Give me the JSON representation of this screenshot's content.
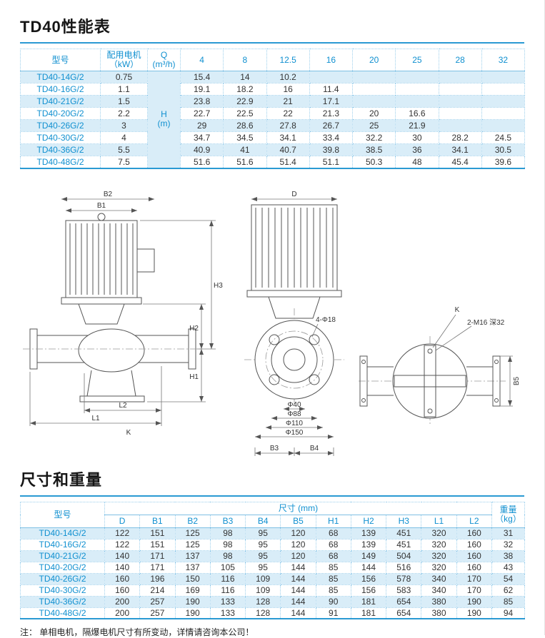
{
  "section1": {
    "title": "TD40性能表"
  },
  "perf_table": {
    "headers": {
      "model": "型号",
      "motor_line1": "配用电机",
      "motor_line2": "（kW）",
      "q_line1": "Q",
      "q_line2": "(m³/h)"
    },
    "h_cell": {
      "line1": "H",
      "line2": "(m)"
    },
    "flow_cols": [
      "4",
      "8",
      "12.5",
      "16",
      "20",
      "25",
      "28",
      "32"
    ],
    "rows": [
      {
        "model": "TD40-14G/2",
        "kw": "0.75",
        "values": [
          "15.4",
          "14",
          "10.2",
          "",
          "",
          "",
          "",
          ""
        ]
      },
      {
        "model": "TD40-16G/2",
        "kw": "1.1",
        "values": [
          "19.1",
          "18.2",
          "16",
          "11.4",
          "",
          "",
          "",
          ""
        ]
      },
      {
        "model": "TD40-21G/2",
        "kw": "1.5",
        "values": [
          "23.8",
          "22.9",
          "21",
          "17.1",
          "",
          "",
          "",
          ""
        ]
      },
      {
        "model": "TD40-20G/2",
        "kw": "2.2",
        "values": [
          "22.7",
          "22.5",
          "22",
          "21.3",
          "20",
          "16.6",
          "",
          ""
        ]
      },
      {
        "model": "TD40-26G/2",
        "kw": "3",
        "values": [
          "29",
          "28.6",
          "27.8",
          "26.7",
          "25",
          "21.9",
          "",
          ""
        ]
      },
      {
        "model": "TD40-30G/2",
        "kw": "4",
        "values": [
          "34.7",
          "34.5",
          "34.1",
          "33.4",
          "32.2",
          "30",
          "28.2",
          "24.5"
        ]
      },
      {
        "model": "TD40-36G/2",
        "kw": "5.5",
        "values": [
          "40.9",
          "41",
          "40.7",
          "39.8",
          "38.5",
          "36",
          "34.1",
          "30.5"
        ]
      },
      {
        "model": "TD40-48G/2",
        "kw": "7.5",
        "values": [
          "51.6",
          "51.6",
          "51.4",
          "51.1",
          "50.3",
          "48",
          "45.4",
          "39.6"
        ]
      }
    ]
  },
  "drawings": {
    "left": {
      "b2": "B2",
      "b1": "B1",
      "h3": "H3",
      "h2": "H2",
      "h1": "H1",
      "l2": "L2",
      "l1": "L1",
      "k": "K"
    },
    "middle": {
      "d": "D",
      "bolt_note": "4-Φ18",
      "d40": "Φ40",
      "d88": "Φ88",
      "d110": "Φ110",
      "d150": "Φ150",
      "b3": "B3",
      "b4": "B4"
    },
    "right": {
      "k": "K",
      "thread_note": "2-M16 深32",
      "b5": "B5"
    }
  },
  "section2": {
    "title": "尺寸和重量"
  },
  "dim_table": {
    "headers": {
      "model": "型号",
      "size_group": "尺寸 (mm)",
      "weight_line1": "重量",
      "weight_line2": "（kg）"
    },
    "dim_cols": [
      "D",
      "B1",
      "B2",
      "B3",
      "B4",
      "B5",
      "H1",
      "H2",
      "H3",
      "L1",
      "L2"
    ],
    "rows": [
      {
        "model": "TD40-14G/2",
        "values": [
          "122",
          "151",
          "125",
          "98",
          "95",
          "120",
          "68",
          "139",
          "451",
          "320",
          "160",
          "31"
        ]
      },
      {
        "model": "TD40-16G/2",
        "values": [
          "122",
          "151",
          "125",
          "98",
          "95",
          "120",
          "68",
          "139",
          "451",
          "320",
          "160",
          "32"
        ]
      },
      {
        "model": "TD40-21G/2",
        "values": [
          "140",
          "171",
          "137",
          "98",
          "95",
          "120",
          "68",
          "149",
          "504",
          "320",
          "160",
          "38"
        ]
      },
      {
        "model": "TD40-20G/2",
        "values": [
          "140",
          "171",
          "137",
          "105",
          "95",
          "144",
          "85",
          "144",
          "516",
          "320",
          "160",
          "43"
        ]
      },
      {
        "model": "TD40-26G/2",
        "values": [
          "160",
          "196",
          "150",
          "116",
          "109",
          "144",
          "85",
          "156",
          "578",
          "340",
          "170",
          "54"
        ]
      },
      {
        "model": "TD40-30G/2",
        "values": [
          "160",
          "214",
          "169",
          "116",
          "109",
          "144",
          "85",
          "156",
          "583",
          "340",
          "170",
          "62"
        ]
      },
      {
        "model": "TD40-36G/2",
        "values": [
          "200",
          "257",
          "190",
          "133",
          "128",
          "144",
          "90",
          "181",
          "654",
          "380",
          "190",
          "85"
        ]
      },
      {
        "model": "TD40-48G/2",
        "values": [
          "200",
          "257",
          "190",
          "133",
          "128",
          "144",
          "91",
          "181",
          "654",
          "380",
          "190",
          "94"
        ]
      }
    ]
  },
  "footnote": "注： 单相电机，隔爆电机尺寸有所变动，详情请咨询本公司！"
}
